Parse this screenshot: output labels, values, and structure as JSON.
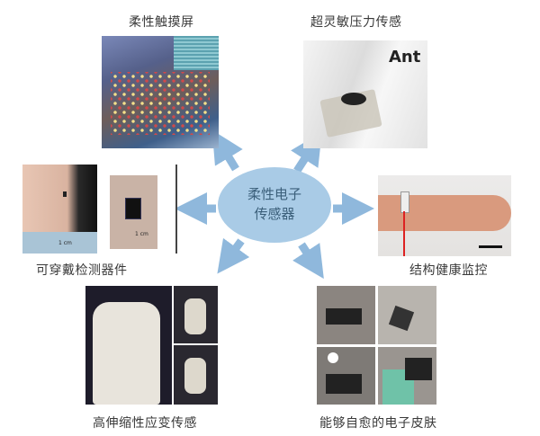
{
  "center": {
    "line1": "柔性电子",
    "line2": "传感器"
  },
  "panels": [
    {
      "id": "touchscreen",
      "label": "柔性触摸屏"
    },
    {
      "id": "pressure",
      "label": "超灵敏压力传感",
      "photo_text": "Ant"
    },
    {
      "id": "wearable",
      "label": "可穿戴检测器件",
      "scale_text_1": "1 cm",
      "scale_text_2": "1 cm"
    },
    {
      "id": "health",
      "label": "结构健康监控"
    },
    {
      "id": "strain",
      "label": "高伸缩性应变传感"
    },
    {
      "id": "skin",
      "label": "能够自愈的电子皮肤"
    }
  ],
  "colors": {
    "arrow": "#8fb8dc",
    "ellipse": "#a9cbe6"
  }
}
